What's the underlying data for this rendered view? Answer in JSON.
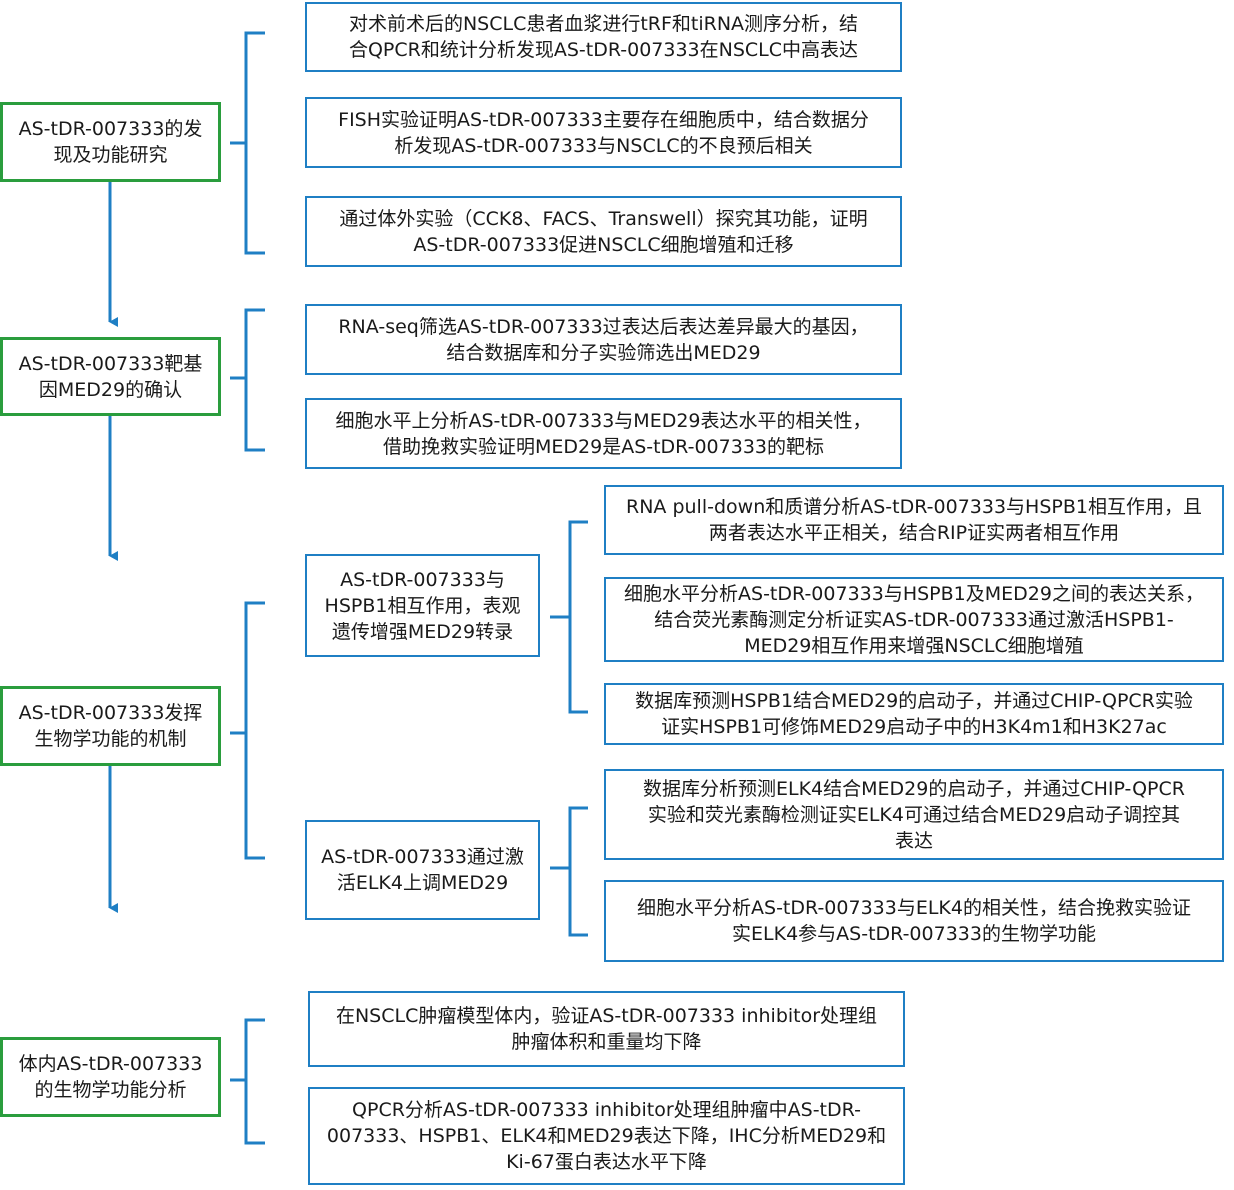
{
  "stages": [
    {
      "id": "s1",
      "label": "AS-tDR-007333的发\n现及功能研究"
    },
    {
      "id": "s2",
      "label": "AS-tDR-007333靶基\n因MED29的确认"
    },
    {
      "id": "s3",
      "label": "AS-tDR-007333发挥\n生物学功能的机制"
    },
    {
      "id": "s4",
      "label": "体内AS-tDR-007333\n的生物学功能分析"
    }
  ],
  "mechanisms": [
    {
      "id": "m1",
      "label": "AS-tDR-007333与\nHSPB1相互作用，表观\n遗传增强MED29转录"
    },
    {
      "id": "m2",
      "label": "AS-tDR-007333通过激\n活ELK4上调MED29"
    }
  ],
  "details": {
    "d1": "对术前术后的NSCLC患者血浆进行tRF和tiRNA测序分析，结\n合QPCR和统计分析发现AS-tDR-007333在NSCLC中高表达",
    "d2": "FISH实验证明AS-tDR-007333主要存在细胞质中，结合数据分\n析发现AS-tDR-007333与NSCLC的不良预后相关",
    "d3": "通过体外实验（CCK8、FACS、Transwell）探究其功能，证明\nAS-tDR-007333促进NSCLC细胞增殖和迁移",
    "d4": "RNA-seq筛选AS-tDR-007333过表达后表达差异最大的基因，\n结合数据库和分子实验筛选出MED29",
    "d5": "细胞水平上分析AS-tDR-007333与MED29表达水平的相关性，\n借助挽救实验证明MED29是AS-tDR-007333的靶标",
    "d6": "RNA pull-down和质谱分析AS-tDR-007333与HSPB1相互作用，且\n两者表达水平正相关，结合RIP证实两者相互作用",
    "d7": "细胞水平分析AS-tDR-007333与HSPB1及MED29之间的表达关系，\n结合荧光素酶测定分析证实AS-tDR-007333通过激活HSPB1-\nMED29相互作用来增强NSCLC细胞增殖",
    "d8": "数据库预测HSPB1结合MED29的启动子，并通过CHIP-QPCR实验\n证实HSPB1可修饰MED29启动子中的H3K4m1和H3K27ac",
    "d9": "数据库分析预测ELK4结合MED29的启动子，并通过CHIP-QPCR\n实验和荧光素酶检测证实ELK4可通过结合MED29启动子调控其\n表达",
    "d10": "细胞水平分析AS-tDR-007333与ELK4的相关性，结合挽救实验证\n实ELK4参与AS-tDR-007333的生物学功能",
    "d11": "在NSCLC肿瘤模型体内，验证AS-tDR-007333 inhibitor处理组\n肿瘤体积和重量均下降",
    "d12": "QPCR分析AS-tDR-007333 inhibitor处理组肿瘤中AS-tDR-\n007333、HSPB1、ELK4和MED29表达下降，IHC分析MED29和\nKi-67蛋白表达水平下降"
  },
  "colors": {
    "stage_border": "#2a9d3d",
    "box_border": "#1f7fc4",
    "connector": "#1f7fc4"
  }
}
